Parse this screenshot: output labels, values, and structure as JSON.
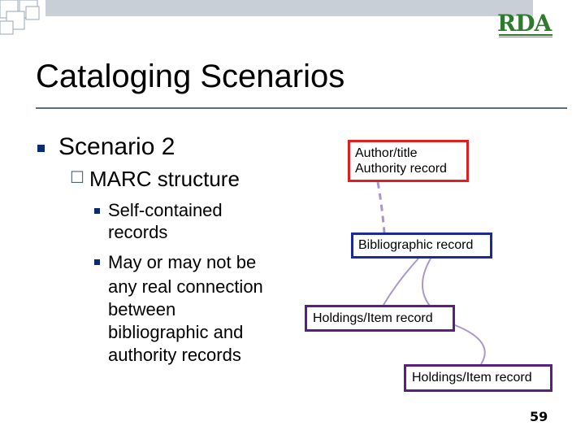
{
  "slide": {
    "title": "Cataloging Scenarios",
    "page_number": "59"
  },
  "logo": {
    "text": "RDA"
  },
  "bullets": {
    "level1": "Scenario 2",
    "level2": "MARC structure",
    "level3": [
      [
        "Self-contained",
        "records"
      ],
      [
        "May or may not be",
        "any real connection",
        "between",
        "bibliographic and",
        "authority records"
      ]
    ]
  },
  "diagram": {
    "author_record": [
      "Author/title",
      "Authority record"
    ],
    "bibliographic_record": "Bibliographic record",
    "holdings_record_1": "Holdings/Item record",
    "holdings_record_2": "Holdings/Item record"
  },
  "colors": {
    "authority_border": "#e02020",
    "bibliographic_border": "#1a2a9a",
    "holdings_border": "#5a2080",
    "connector": "#a898c8"
  }
}
